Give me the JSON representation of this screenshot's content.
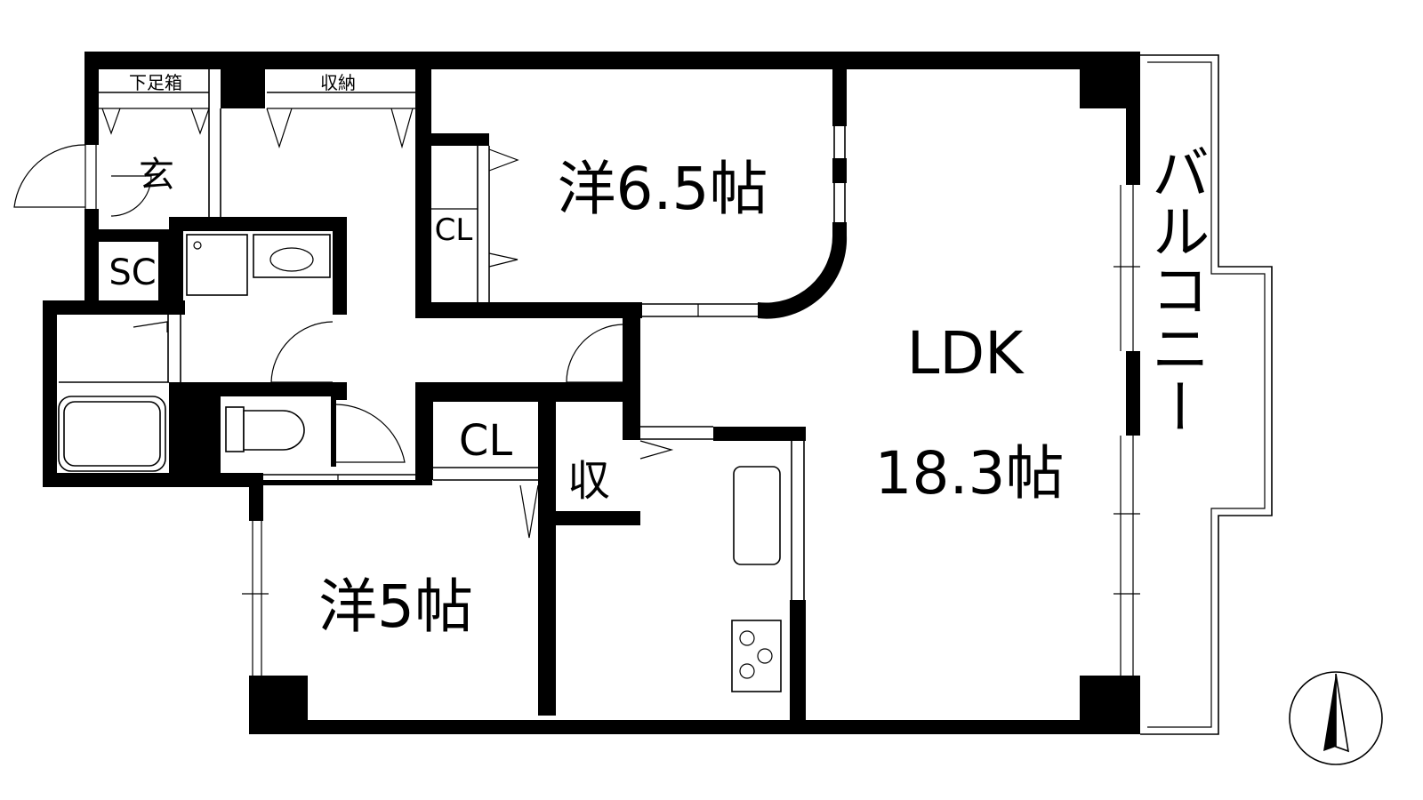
{
  "plan": {
    "rooms": {
      "ldk_name": "LDK",
      "ldk_size": "18.3帖",
      "western1": "洋6.5帖",
      "western2": "洋5帖",
      "balcony": "バルコニー",
      "entrance": "玄",
      "shoe_closet": "SC",
      "closet1": "CL",
      "closet2": "CL",
      "storage_small": "収",
      "shoe_box": "下足箱",
      "storage_hall": "収納"
    },
    "colors": {
      "wall": "#000000",
      "background": "#ffffff"
    },
    "compass": "north-arrow-icon"
  }
}
